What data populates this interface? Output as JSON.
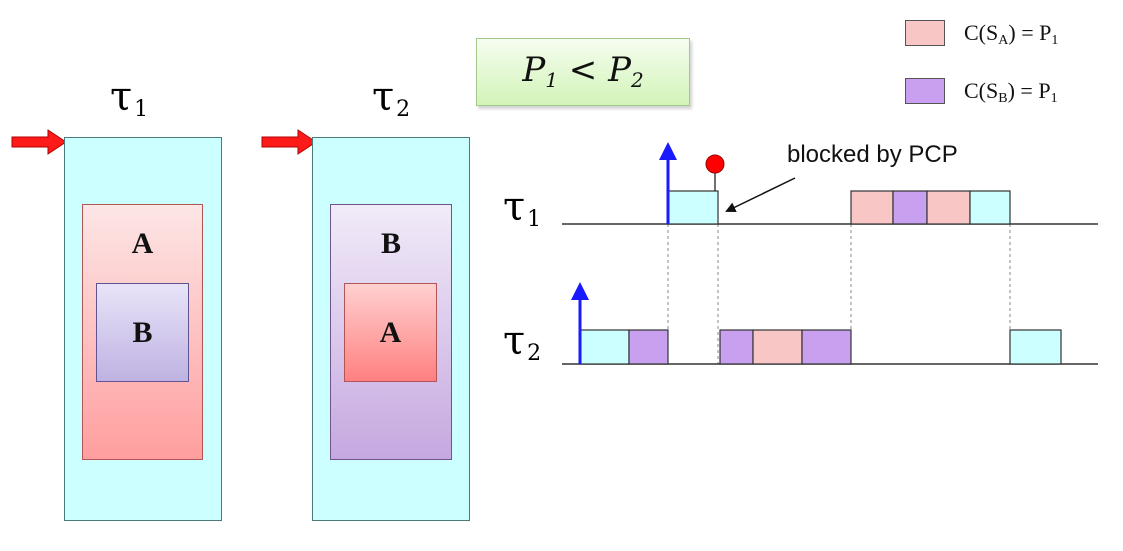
{
  "condition": {
    "p1": "P",
    "p1_sub": "1",
    "lt": "<",
    "p2": "P",
    "p2_sub": "2"
  },
  "tasks": [
    {
      "symbol": "τ",
      "sub": "1",
      "outer": "A",
      "inner": "B"
    },
    {
      "symbol": "τ",
      "sub": "2",
      "outer": "B",
      "inner": "A"
    }
  ],
  "legend": [
    {
      "text_pre": "C(S",
      "sub": "A",
      "text_post": ") = P",
      "post_sub": "1",
      "color": "#f9c6c6"
    },
    {
      "text_pre": "C(S",
      "sub": "B",
      "text_post": ") = P",
      "post_sub": "1",
      "color": "#c9a0f0"
    }
  ],
  "timeline": {
    "annotation": "blocked by PCP",
    "rows": [
      {
        "symbol": "τ",
        "sub": "1"
      },
      {
        "symbol": "τ",
        "sub": "2"
      }
    ]
  },
  "colors": {
    "task_bg": "#ccffff",
    "sect_a": "#f9c6c6",
    "sect_b": "#c9a0f0",
    "arrival_arrow": "#1a1aff",
    "block_dot": "#ff0000",
    "entry_arrow": "#ff1a1a"
  }
}
